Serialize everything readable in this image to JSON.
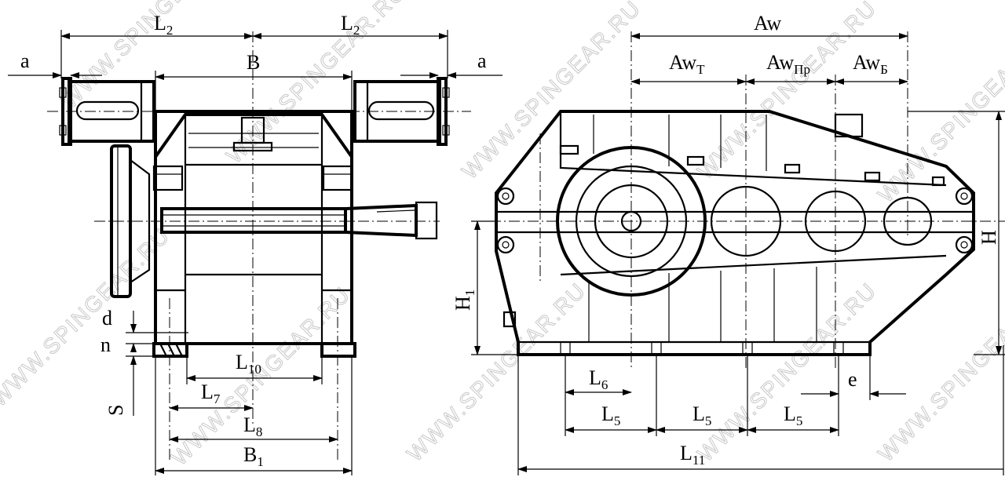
{
  "watermark": "WWW.SPINGEAR.RU",
  "labels": {
    "L2_left": {
      "main": "L",
      "sub": "2"
    },
    "L2_right": {
      "main": "L",
      "sub": "2"
    },
    "a_left": {
      "main": "a",
      "sub": ""
    },
    "a_right": {
      "main": "a",
      "sub": ""
    },
    "B": {
      "main": "B",
      "sub": ""
    },
    "d": {
      "main": "d",
      "sub": ""
    },
    "n": {
      "main": "n",
      "sub": ""
    },
    "S": {
      "main": "S",
      "sub": ""
    },
    "L10": {
      "main": "L",
      "sub": "10"
    },
    "L7": {
      "main": "L",
      "sub": "7"
    },
    "L8": {
      "main": "L",
      "sub": "8"
    },
    "B1": {
      "main": "B",
      "sub": "1"
    },
    "Aw": {
      "main": "Aw",
      "sub": ""
    },
    "AwT": {
      "main": "Aw",
      "sub": "T"
    },
    "AwPr": {
      "main": "Aw",
      "sub": "Пр"
    },
    "AwB": {
      "main": "Aw",
      "sub": "Б"
    },
    "H": {
      "main": "H",
      "sub": ""
    },
    "H1": {
      "main": "H",
      "sub": "1"
    },
    "L6": {
      "main": "L",
      "sub": "6"
    },
    "e": {
      "main": "e",
      "sub": ""
    },
    "L5_1": {
      "main": "L",
      "sub": "5"
    },
    "L5_2": {
      "main": "L",
      "sub": "5"
    },
    "L5_3": {
      "main": "L",
      "sub": "5"
    },
    "L11": {
      "main": "L",
      "sub": "11"
    }
  }
}
